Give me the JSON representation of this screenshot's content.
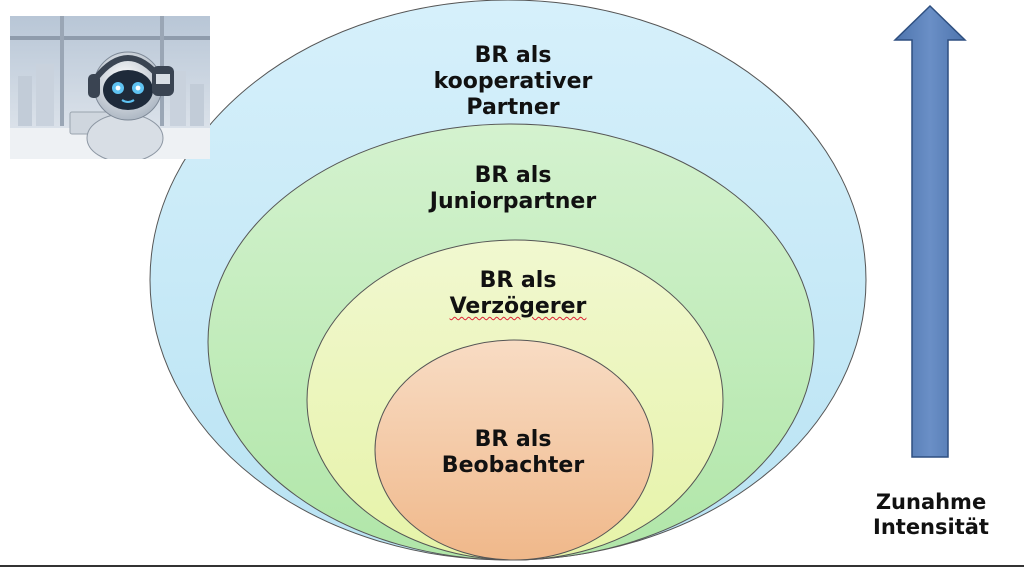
{
  "diagram": {
    "layers": [
      {
        "lines": [
          "BR als",
          "kooperativer",
          "Partner"
        ],
        "fill": "#c7e9f5"
      },
      {
        "lines": [
          "BR als",
          "Juniorpartner"
        ],
        "fill": "#c4ecc0"
      },
      {
        "lines": [
          "BR als",
          "Verzögerer"
        ],
        "fill": "#ecf5c0"
      },
      {
        "lines": [
          "BR als",
          "Beobachter"
        ],
        "fill": "#f5c9a2"
      }
    ],
    "arrow": {
      "label_line1": "Zunahme",
      "label_line2": "Intensität",
      "color": "#5b7fb8"
    }
  }
}
